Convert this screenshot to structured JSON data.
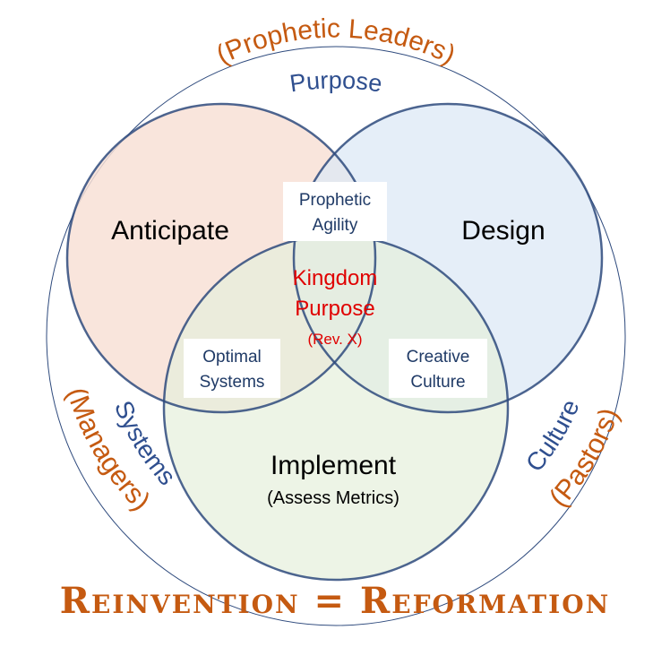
{
  "diagram": {
    "outer_labels": {
      "prophetic_leaders": "(Prophetic Leaders)",
      "purpose": "Purpose",
      "systems": "Systems",
      "managers": "(Managers)",
      "culture": "Culture",
      "pastors": "(Pastors)"
    },
    "circles": {
      "anticipate": "Anticipate",
      "design": "Design",
      "implement": "Implement",
      "implement_sub": "(Assess Metrics)"
    },
    "intersections": {
      "prophetic_line1": "Prophetic",
      "prophetic_line2": "Agility",
      "optimal_line1": "Optimal",
      "optimal_line2": "Systems",
      "creative_line1": "Creative",
      "creative_line2": "Culture"
    },
    "center": {
      "line1": "Kingdom",
      "line2": "Purpose",
      "line3": "(Rev. X)"
    },
    "footer": "Reinvention = Reformation"
  },
  "colors": {
    "orange_label": "#c55a11",
    "blue_label": "#2f4f8f",
    "circle_stroke": "#2e4a7d",
    "anticipate_fill": "#f8e1d6",
    "design_fill": "#dce8f5",
    "implement_fill": "#e5efdc",
    "center_text": "#e00000"
  }
}
